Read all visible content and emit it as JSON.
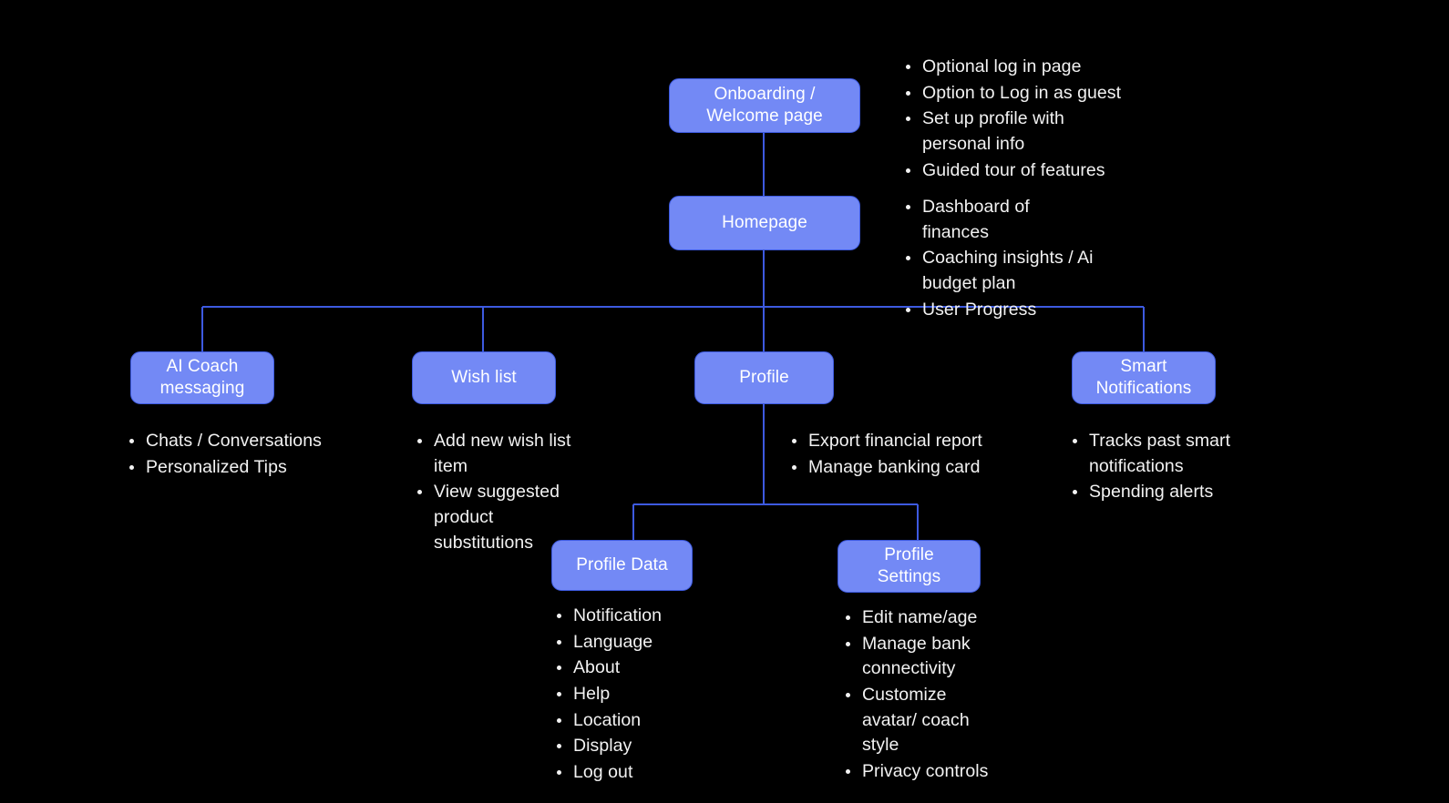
{
  "diagram": {
    "title": "App site map / flow diagram",
    "background_color": "#000000",
    "node_fill_color": "#7389f5",
    "node_border_color": "#3d5ae0",
    "node_text_color": "#ffffff",
    "bullet_text_color": "#f2f2f2",
    "connector_color": "#3d5ae0"
  },
  "nodes": {
    "onboarding": {
      "label": "Onboarding /\nWelcome page"
    },
    "homepage": {
      "label": "Homepage"
    },
    "ai_coach": {
      "label": "AI Coach\nmessaging"
    },
    "wish_list": {
      "label": "Wish list"
    },
    "profile": {
      "label": "Profile"
    },
    "smart_notifications": {
      "label": "Smart\nNotifications"
    },
    "profile_data": {
      "label": "Profile Data"
    },
    "profile_settings": {
      "label": "Profile\nSettings"
    }
  },
  "bullet_lists": {
    "onboarding": [
      "Optional log in page",
      "Option to Log in as guest",
      "Set up profile with personal info",
      "Guided tour of features"
    ],
    "homepage": [
      "Dashboard of finances",
      "Coaching insights / Ai budget plan",
      "User Progress"
    ],
    "ai_coach": [
      "Chats / Conversations",
      "Personalized Tips"
    ],
    "wish_list": [
      "Add new wish list item",
      "View suggested product substitutions"
    ],
    "profile": [
      "Export financial report",
      "Manage banking card"
    ],
    "smart_notifications": [
      "Tracks past smart notifications",
      "Spending alerts"
    ],
    "profile_data": [
      "Notification",
      "Language",
      "About",
      "Help",
      "Location",
      "Display",
      "Log out"
    ],
    "profile_settings": [
      "Edit name/age",
      "Manage bank connectivity",
      "Customize avatar/ coach style",
      "Privacy controls"
    ]
  }
}
